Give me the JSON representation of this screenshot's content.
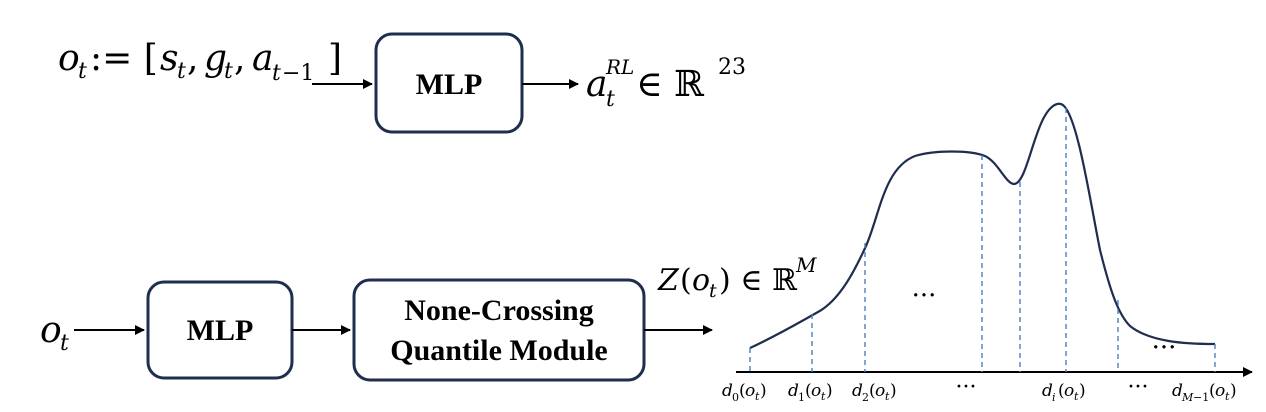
{
  "top_row": {
    "input_formula": "o_t := [s_t, g_t, a_{t−1}]",
    "box_label": "MLP",
    "output_formula": "a_t^{RL} ∈ ℝ^{23}"
  },
  "bottom_row": {
    "input_symbol": "o_t",
    "mlp_box_label": "MLP",
    "quantile_box_line1": "None-Crossing",
    "quantile_box_line2": "Quantile Module",
    "distribution_label": "Z(o_t) ∈ ℝ^M"
  },
  "distribution": {
    "middle_ellipsis": "···",
    "right_ellipsis": "···",
    "tick_labels": [
      "d_0(o_t)",
      "d_1(o_t)",
      "d_2(o_t)",
      "···",
      "d_i(o_t)",
      "···",
      "d_{M−1}(o_t)"
    ]
  },
  "colors": {
    "box_border": "#1f2d4e",
    "curve": "#1f2d4e",
    "dashed_lines": "#4a7fc1",
    "arrows": "#000000"
  }
}
